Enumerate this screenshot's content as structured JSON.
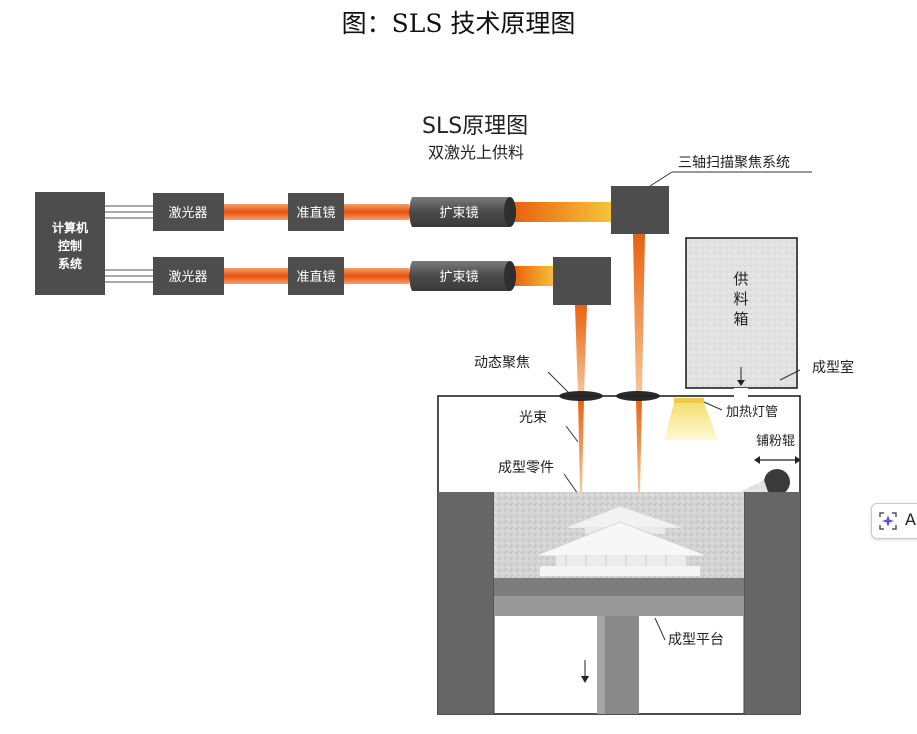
{
  "caption": "图：SLS 技术原理图",
  "diagram": {
    "title": "SLS原理图",
    "subtitle": "双激光上供料",
    "computer_label": [
      "计算机",
      "控制",
      "系统"
    ],
    "row1": {
      "laser": "激光器",
      "collimator": "准直镜",
      "expander": "扩束镜"
    },
    "row2": {
      "laser": "激光器",
      "collimator": "准直镜",
      "expander": "扩束镜"
    },
    "scanner_label": "三轴扫描聚焦系统",
    "feed_box_label": [
      "供",
      "料",
      "箱"
    ],
    "dynamic_focus_label": "动态聚焦",
    "chamber_label": "成型室",
    "heat_lamp_label": "加热灯管",
    "beam_label": "光束",
    "roller_label": "铺粉辊",
    "part_label": "成型零件",
    "platform_label": "成型平台"
  },
  "side_button": {
    "label": "A",
    "icon": "sparkle-icon"
  },
  "colors": {
    "beam": "#e8661c",
    "block": "#4d4d4d",
    "lamp": "#f5e58a",
    "powder": "#d9d9d9",
    "wall": "#6a6a6a"
  }
}
